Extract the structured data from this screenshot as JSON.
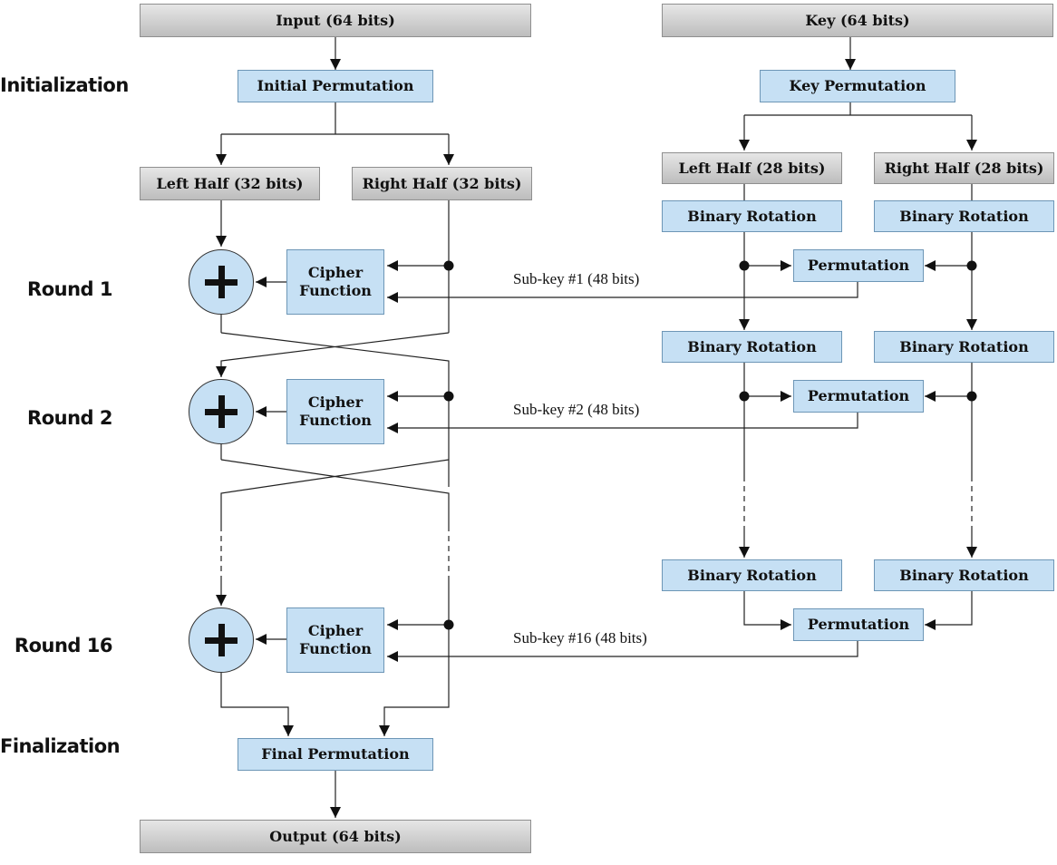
{
  "row_labels": {
    "initialization": "Initialization",
    "round1": "Round 1",
    "round2": "Round 2",
    "round16": "Round 16",
    "finalization": "Finalization"
  },
  "data_path": {
    "input": "Input (64 bits)",
    "initial_permutation": "Initial Permutation",
    "left_half": "Left Half (32 bits)",
    "right_half": "Right Half (32 bits)",
    "cipher_function": "Cipher Function",
    "final_permutation": "Final Permutation",
    "output": "Output (64 bits)"
  },
  "key_path": {
    "key": "Key (64 bits)",
    "key_permutation": "Key Permutation",
    "left_half": "Left Half (28 bits)",
    "right_half": "Right Half (28 bits)",
    "binary_rotation": "Binary Rotation",
    "permutation": "Permutation"
  },
  "subkeys": {
    "round1": "Sub-key #1 (48 bits)",
    "round2": "Sub-key #2 (48 bits)",
    "round16": "Sub-key #16 (48 bits)"
  },
  "colors": {
    "process_box": "#c6e0f4",
    "io_box": "#d3d3d3",
    "line": "#222222"
  }
}
